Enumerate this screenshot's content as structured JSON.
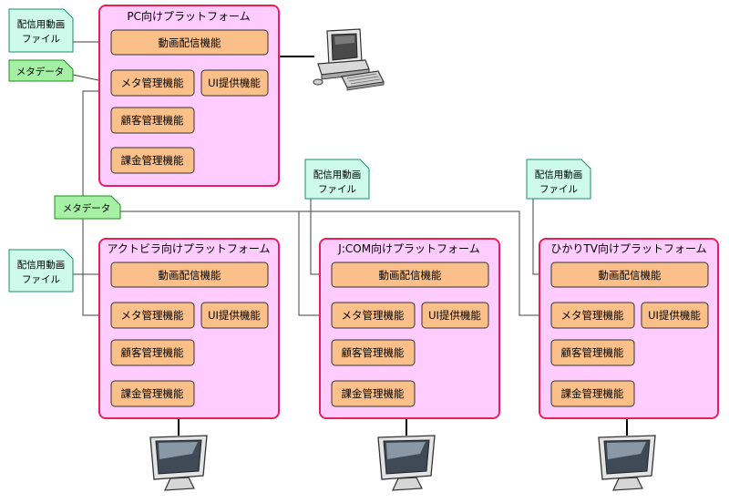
{
  "platforms": [
    {
      "title": "PC向けプラットフォーム",
      "functions": {
        "video": "動画配信機能",
        "meta": "メタ管理機能",
        "ui": "UI提供機能",
        "customer": "顧客管理機能",
        "billing": "課金管理機能"
      }
    },
    {
      "title": "アクトビラ向けプラットフォーム",
      "functions": {
        "video": "動画配信機能",
        "meta": "メタ管理機能",
        "ui": "UI提供機能",
        "customer": "顧客管理機能",
        "billing": "課金管理機能"
      }
    },
    {
      "title": "J:COM向けプラットフォーム",
      "functions": {
        "video": "動画配信機能",
        "meta": "メタ管理機能",
        "ui": "UI提供機能",
        "customer": "顧客管理機能",
        "billing": "課金管理機能"
      }
    },
    {
      "title": "ひかりTV向けプラットフォーム",
      "functions": {
        "video": "動画配信機能",
        "meta": "メタ管理機能",
        "ui": "UI提供機能",
        "customer": "顧客管理機能",
        "billing": "課金管理機能"
      }
    }
  ],
  "inputs": {
    "video_file_line1": "配信用動画",
    "video_file_line2": "ファイル",
    "metadata": "メタデータ"
  },
  "devices": {
    "pc": "pc-computer-icon",
    "tv": "tv-monitor-icon"
  },
  "colors": {
    "platform_fill": "#ffccff",
    "platform_border": "#e8205a",
    "function_fill": "#fbc08a",
    "document_fill": "#cdfaea",
    "metadata_fill": "#a6f0a6"
  }
}
